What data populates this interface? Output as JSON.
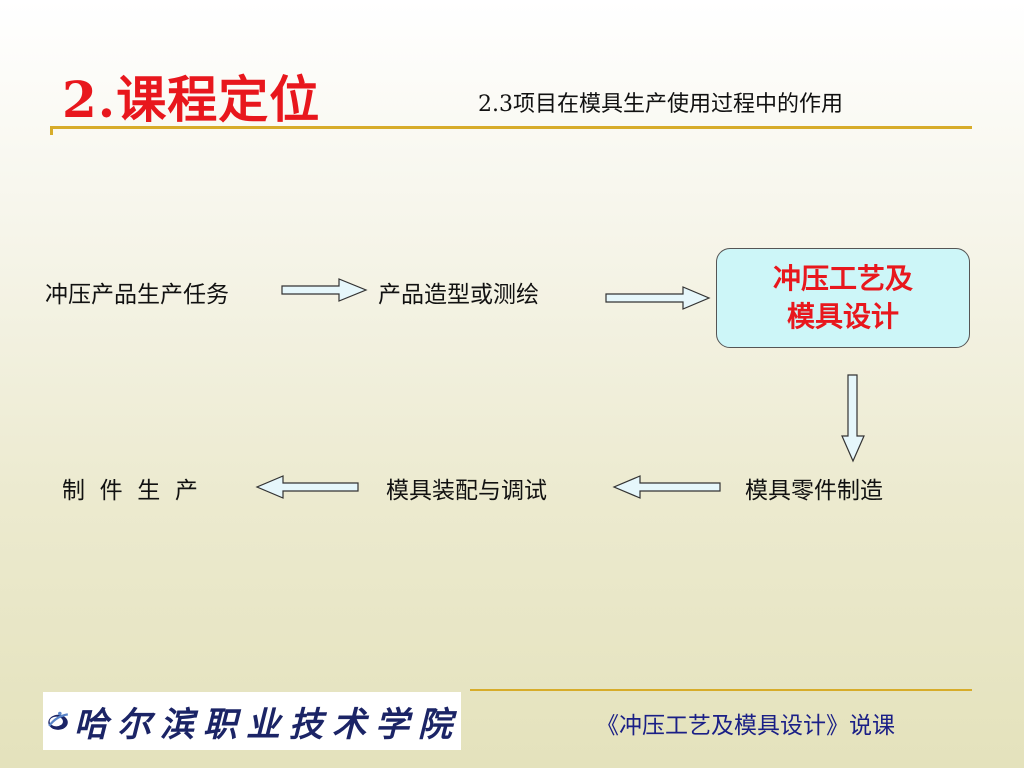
{
  "header": {
    "title": "2.课程定位",
    "subtitle": "2.3项目在模具生产使用过程中的作用"
  },
  "flow": {
    "step1": "冲压产品生产任务",
    "step2": "产品造型或测绘",
    "step3_line1": "冲压工艺及",
    "step3_line2": "模具设计",
    "step4": "模具零件制造",
    "step5": "模具装配与调试",
    "step6": "制  件  生  产"
  },
  "footer": {
    "logo_text": "哈尔滨职业技术学院",
    "course_title": "《冲压工艺及模具设计》说课"
  },
  "colors": {
    "title_red": "#e8171d",
    "rule_gold": "#d7ac2a",
    "box_fill": "#cdf6f8",
    "footer_blue": "#1a1f86"
  }
}
